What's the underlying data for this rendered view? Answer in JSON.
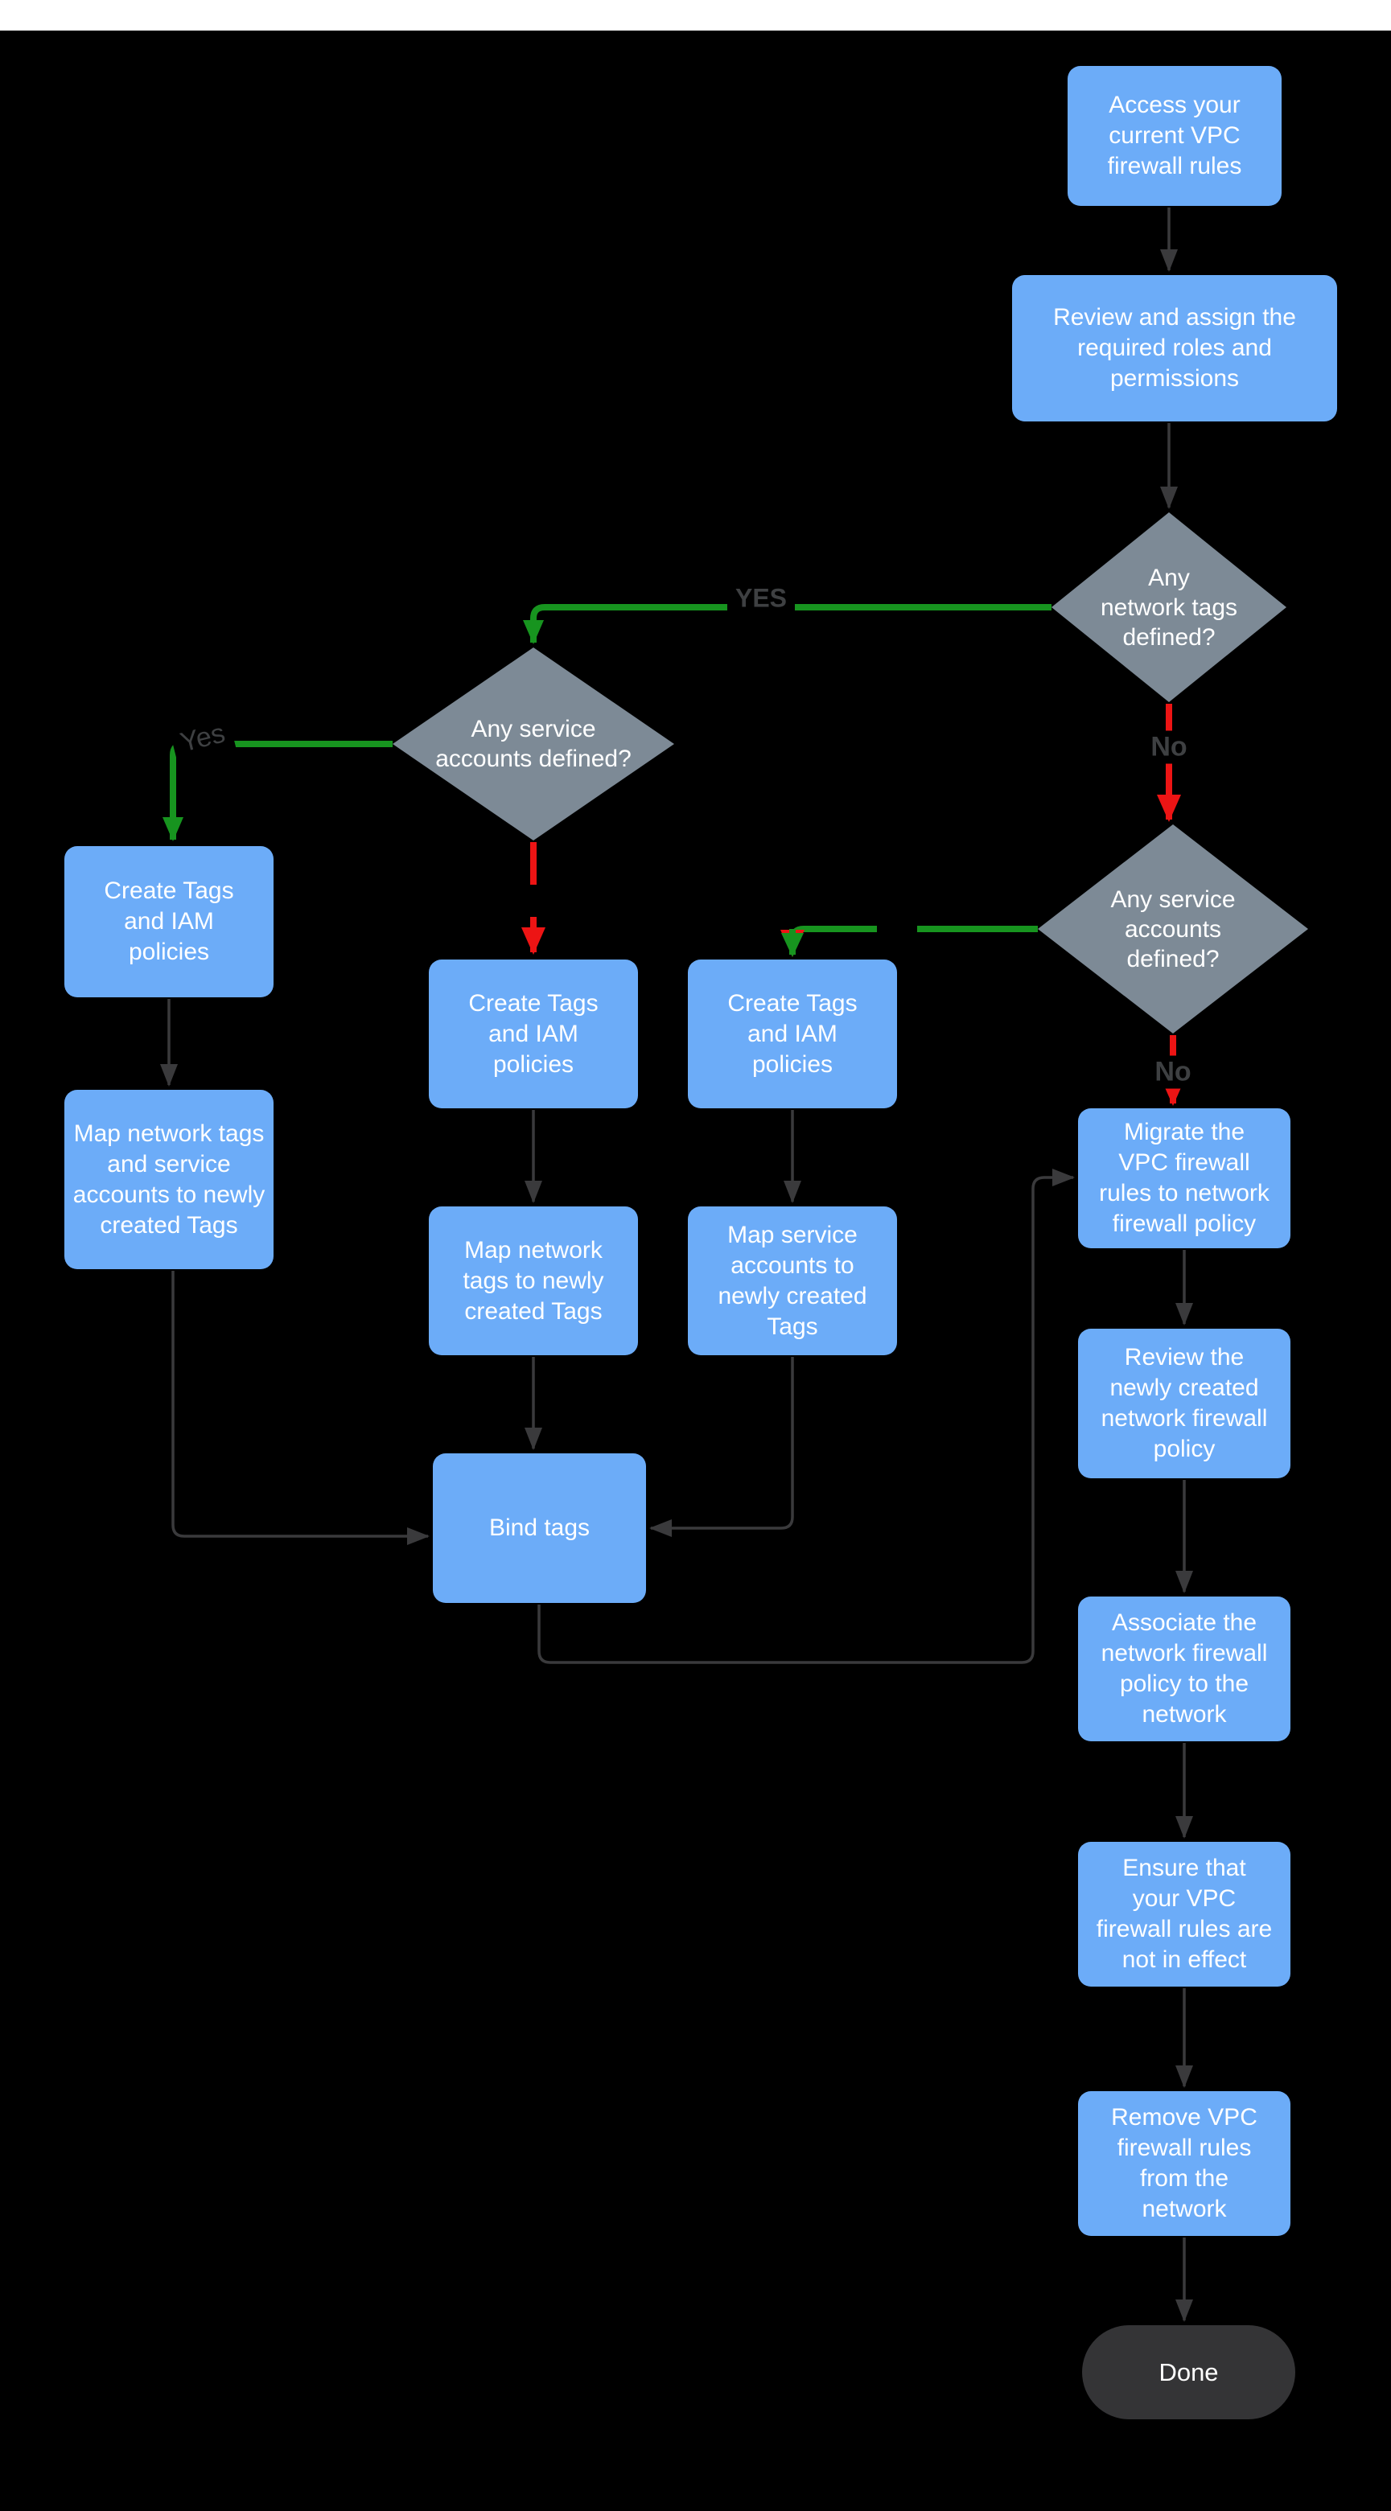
{
  "diagram": {
    "type": "flowchart",
    "topic": "Migrate VPC firewall rules to network firewall policy"
  },
  "colors": {
    "background": "#000000",
    "top_bar": "#ffffff",
    "process_box": "#6CACF8",
    "decision_diamond": "#7D8A96",
    "terminator": "#343436",
    "edge_dark": "#3A3A3C",
    "edge_green": "#17941F",
    "edge_red": "#ED1414",
    "edge_label_text": "#3E4042",
    "node_text": "#ffffff"
  },
  "nodes": {
    "access": {
      "label": "Access your\ncurrent VPC\nfirewall rules"
    },
    "review_roles": {
      "label": "Review and assign the\nrequired roles and\npermissions"
    },
    "network_tags_defined": {
      "label": "Any\nnetwork tags\ndefined?"
    },
    "service_accounts_defined_left": {
      "label": "Any service\naccounts defined?"
    },
    "service_accounts_defined_right": {
      "label": "Any service\naccounts\ndefined?"
    },
    "create_tags_left": {
      "label": "Create Tags\nand IAM\npolicies"
    },
    "create_tags_mid_left": {
      "label": "Create Tags\nand IAM\npolicies"
    },
    "create_tags_mid_right": {
      "label": "Create Tags\nand IAM\npolicies"
    },
    "map_left": {
      "label": "Map network tags\nand service\naccounts to newly\ncreated Tags"
    },
    "map_mid_left": {
      "label": "Map network\ntags to newly\ncreated Tags"
    },
    "map_mid_right": {
      "label": "Map service\naccounts  to\nnewly created\nTags"
    },
    "bind_tags": {
      "label": "Bind tags"
    },
    "migrate": {
      "label": "Migrate the\nVPC firewall\nrules to network\nfirewall policy"
    },
    "review_policy": {
      "label": "Review the\nnewly created\nnetwork firewall\npolicy"
    },
    "associate": {
      "label": "Associate the\nnetwork firewall\npolicy to the\nnetwork"
    },
    "ensure": {
      "label": "Ensure that\nyour VPC\nfirewall rules are\nnot in effect"
    },
    "remove": {
      "label": "Remove  VPC\nfirewall rules\nfrom the\nnetwork"
    },
    "done": {
      "label": "Done"
    }
  },
  "edge_labels": {
    "yes_caps": "YES",
    "yes_mixed": "Yes",
    "no_network_tags": "No",
    "no_service_accounts": "No"
  }
}
